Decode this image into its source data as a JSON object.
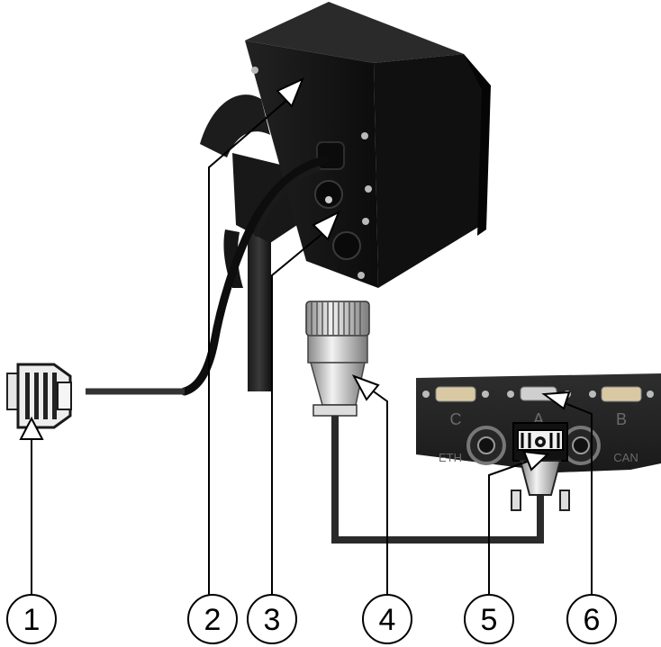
{
  "callouts": [
    {
      "id": "1",
      "label": "1"
    },
    {
      "id": "2",
      "label": "2"
    },
    {
      "id": "3",
      "label": "3"
    },
    {
      "id": "4",
      "label": "4"
    },
    {
      "id": "5",
      "label": "5"
    },
    {
      "id": "6",
      "label": "6"
    }
  ],
  "ecu_panel": {
    "port_c": "C",
    "port_a": "A",
    "port_b": "B",
    "eth": "ETH",
    "can": "CAN"
  }
}
